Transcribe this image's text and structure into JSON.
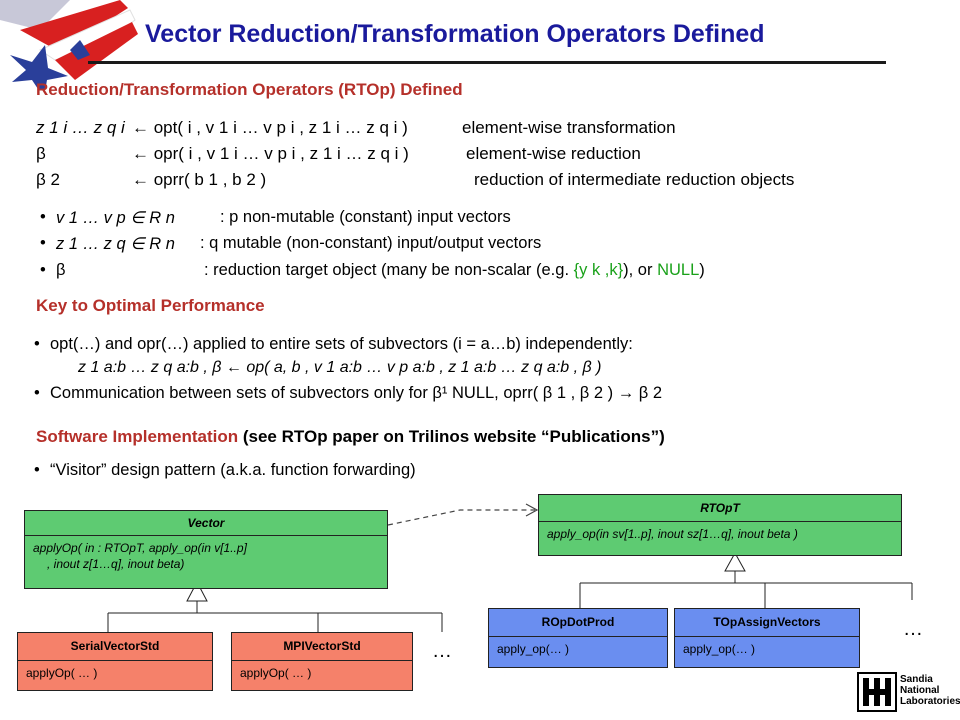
{
  "title": "Vector Reduction/Transformation Operators Defined",
  "sections": {
    "rtop": "Reduction/Transformation Operators (RTOp) Defined",
    "key": "Key to Optimal Performance",
    "software": "Software Implementation",
    "software_note": " (see RTOp paper on Trilinos website “Publications”)"
  },
  "defs": [
    {
      "lhs": "z 1 i … z q i",
      "op": "← opt( i , v 1 i … v p i , z 1 i … z q i )",
      "desc": "element-wise transformation"
    },
    {
      "lhs": "β",
      "op": "← opr( i , v 1 i … v p i , z 1 i … z q i )",
      "desc": "element-wise reduction"
    },
    {
      "lhs": "β 2",
      "op": "← oprr( b 1 , b 2 )",
      "desc": "reduction of intermediate reduction objects"
    }
  ],
  "bullets1": [
    {
      "sym": "v 1 … v p ∈ R n",
      "text": ": p non-mutable (constant) input vectors"
    },
    {
      "sym": "z 1 … z q ∈ R n",
      "text": ": q mutable (non-constant) input/output vectors"
    },
    {
      "sym": "β",
      "text": ": reduction target object (many be  non-scalar (e.g. ",
      "text_green": "{y k ,k}",
      "text_mid": "), or ",
      "text_green2": "NULL",
      "text_end": ")"
    }
  ],
  "bullets2": {
    "b1": "opt(…) and opr(…) applied to entire sets of subvectors (i = a…b) independently:",
    "formula": "z 1 a:b … z q a:b , β  ← op( a, b , v 1 a:b … v p a:b , z 1 a:b … z q a:b , β )",
    "b2": "Communication between sets of subvectors only for β¹ NULL, oprr( β 1 , β 2 ) → β 2"
  },
  "bullets3": [
    "“Visitor” design pattern (a.k.a. function forwarding)"
  ],
  "uml": {
    "vector": {
      "name": "Vector",
      "body1": "applyOp( in : RTOpT, apply_op(in v[1..p]",
      "body2": ", inout z[1…q], inout beta)"
    },
    "rtopt": {
      "name": "RTOpT",
      "body1": "apply_op(in sv[1..p], inout sz[1…q], inout beta )"
    },
    "serial": {
      "name": "SerialVectorStd",
      "body1": "applyOp( … )"
    },
    "mpi": {
      "name": "MPIVectorStd",
      "body1": "applyOp( … )"
    },
    "dotprod": {
      "name": "ROpDotProd",
      "body1": "apply_op(… )"
    },
    "assign": {
      "name": "TOpAssignVectors",
      "body1": "apply_op(… )"
    },
    "ellipsis": "…"
  },
  "logo": {
    "line1": "Sandia",
    "line2": "National",
    "line3": "Laboratories"
  },
  "colors": {
    "title": "#1a1a9c",
    "section": "#b5302a",
    "green_class": "#5ecb72",
    "orange_class": "#f5816a",
    "blue_class": "#6a8ef0"
  }
}
